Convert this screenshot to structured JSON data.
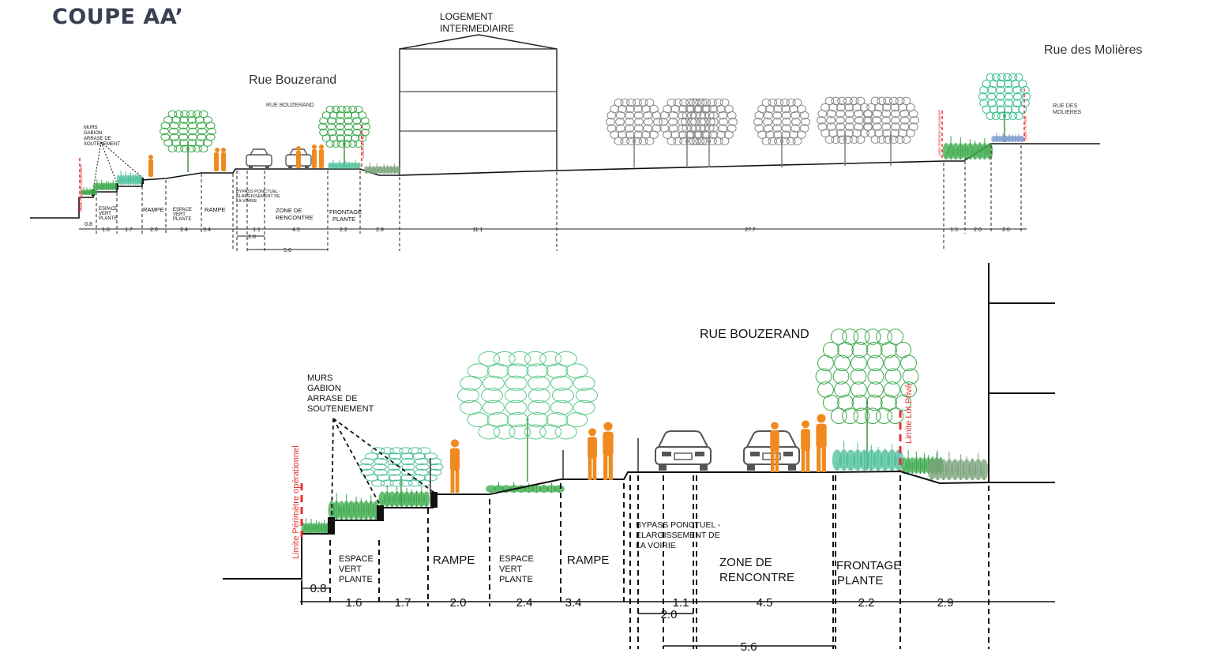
{
  "title": "COUPE AA’",
  "colors": {
    "orange": "#f08a1e",
    "green": "#3aa84a",
    "lightgreen": "#8fd68a",
    "teal": "#4cbf9a",
    "red": "#e53232",
    "grey": "#7a7a7a",
    "ink": "#111111"
  },
  "overview": {
    "street_labels": {
      "bouzerand": "Rue Bouzerand",
      "bouzerand_small": "RUE BOUZERAND",
      "molieres": "Rue des Molières",
      "molieres_small_1": "RUE DES",
      "molieres_small_2": "MOLIERES"
    },
    "building_1": "LOGEMENT",
    "building_2": "INTERMEDIAIRE",
    "murs": [
      "MURS",
      "GABION",
      "ARRASE DE",
      "SOUTENEMENT"
    ],
    "zones": {
      "espace1": [
        "ESPACE",
        "VERT",
        "PLANTE"
      ],
      "rampe1": "RAMPE",
      "espace2": [
        "ESPACE",
        "VERT",
        "PLANTE"
      ],
      "rampe2": "RAMPE",
      "bypass": [
        "BYPASS PONCTUEL -",
        "ELARGISSEMENT DE",
        "LA VOIRIE"
      ],
      "zone": [
        "ZONE DE",
        "RENCONTRE"
      ],
      "frontage": [
        "FRONTAGE",
        "PLANTE"
      ]
    },
    "limits": {
      "perimetre": "Limite Périmètre opérationnel",
      "lot": "Limite Lot Privé"
    },
    "dims": [
      "0.8",
      "1.6",
      "1.7",
      "2.0",
      "2.4",
      "3.4",
      "1.1",
      "2.0",
      "4.5",
      "5.6",
      "2.2",
      "2.9",
      "11.1",
      "27.7",
      "1.5",
      "2.0",
      "2.0"
    ]
  },
  "detail": {
    "street_label": "RUE BOUZERAND",
    "murs": [
      "MURS",
      "GABION",
      "ARRASE DE",
      "SOUTENEMENT"
    ],
    "espace1": [
      "ESPACE",
      "VERT",
      "PLANTE"
    ],
    "rampe1": "RAMPE",
    "espace2": [
      "ESPACE",
      "VERT",
      "PLANTE"
    ],
    "rampe2": "RAMPE",
    "bypass": [
      "BYPASS PONCTUEL -",
      "ELARGISSEMENT DE",
      "LA VOIRIE"
    ],
    "zone": [
      "ZONE DE",
      "RENCONTRE"
    ],
    "frontage": [
      "FRONTAGE",
      "PLANTE"
    ],
    "limit_perimetre": "Limite Périmètre opérationnel",
    "limit_lot": "Limite Lot Privé",
    "dims": [
      "0.8",
      "1.6",
      "1.7",
      "2.0",
      "2.4",
      "3.4",
      "1.1",
      "2.0",
      "4.5",
      "5.6",
      "2.2",
      "2.9"
    ]
  }
}
